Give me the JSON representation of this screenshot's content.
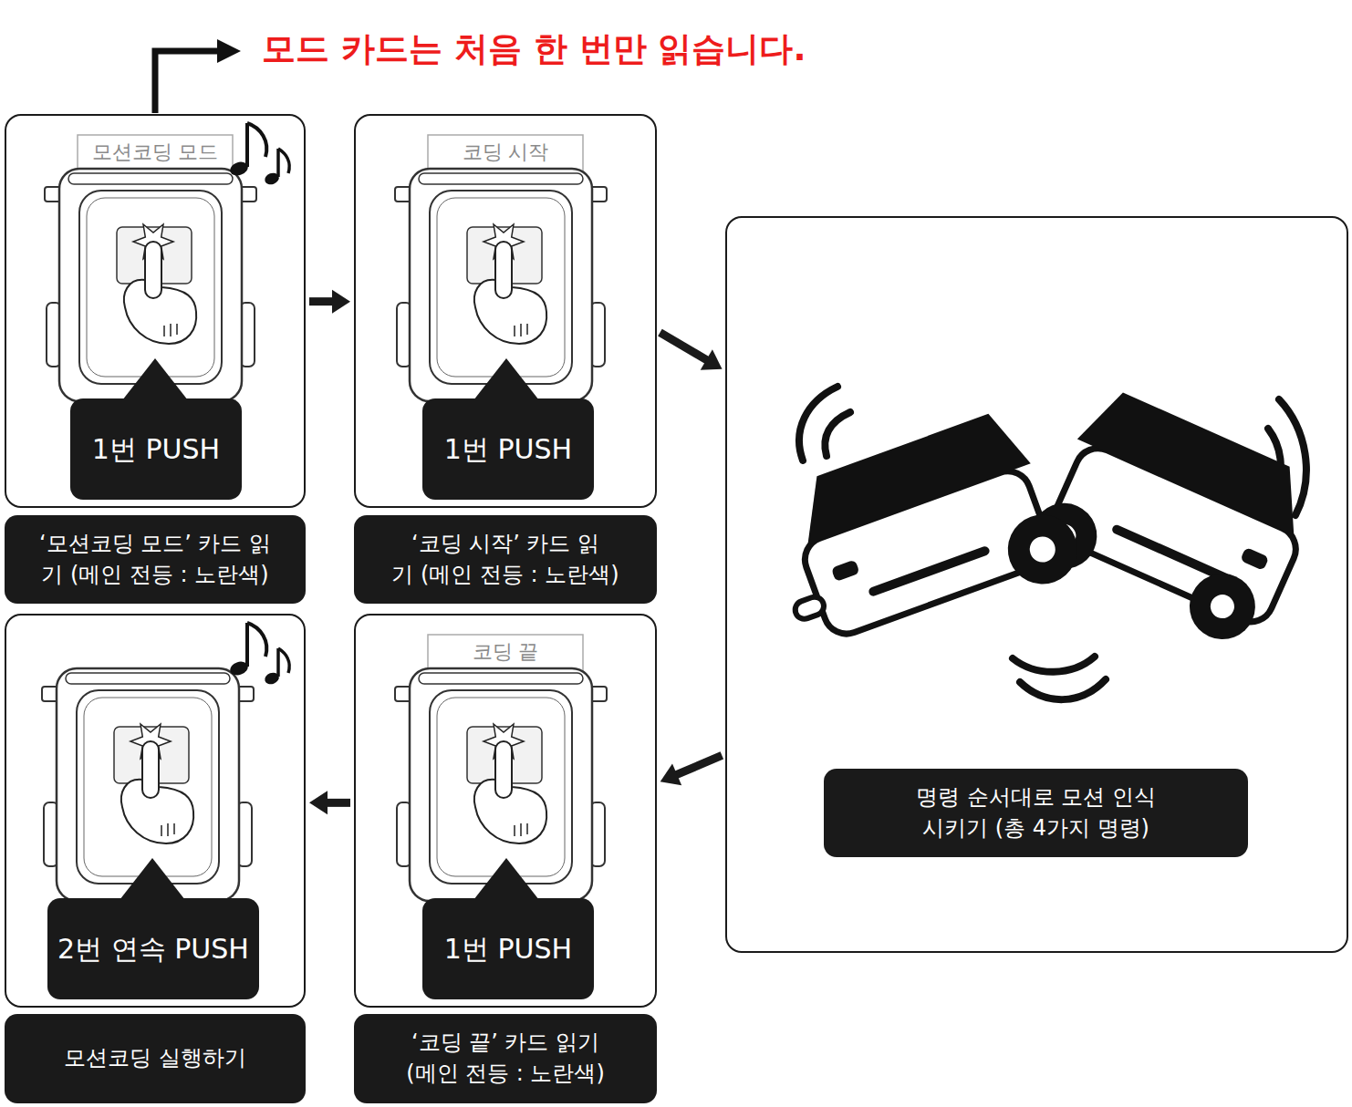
{
  "diagram": {
    "nodes": [
      {
        "text": [
          "모션코딩 모드"
        ]
      },
      {
        "text": [
          "1번 PUSH"
        ],
        "in": 0
      },
      {
        "text": [
          "‘모션코딩 모드’ 카드 읽기 (메인 전등 : 노란색)"
        ]
      },
      {
        "text": [
          "코딩 시작"
        ]
      },
      {
        "text": [
          "1번 PUSH"
        ],
        "in": 3
      },
      {
        "text": [
          "‘코딩 시작’ 카드 읽기 (메인 전등 : 노란색)"
        ]
      },
      {
        "text": []
      },
      {
        "text": [
          "명령 순서대로 모션 인식시키기 (총 4가지 명령)"
        ],
        "in": 6
      },
      {
        "text": [
          "코딩 끝"
        ]
      },
      {
        "text": [
          "1번 PUSH"
        ],
        "in": 8
      },
      {
        "text": [
          "‘코딩 끝’ 카드 읽기 (메인 전등 : 노란색)"
        ]
      },
      {
        "text": []
      },
      {
        "text": [
          "2번 연속 PUSH"
        ],
        "in": 11
      },
      {
        "text": [
          "모션코딩 실행하기"
        ]
      }
    ],
    "edges": [
      {
        "from": 0,
        "to": 3,
        "arrow": "to"
      },
      {
        "from": 3,
        "to": 6,
        "arrow": "to"
      },
      {
        "from": 6,
        "to": 8,
        "arrow": "to"
      },
      {
        "from": 8,
        "to": 11,
        "arrow": "to"
      }
    ],
    "labels": [
      "모드 카드는 처음 한 번만 읽습니다."
    ]
  }
}
